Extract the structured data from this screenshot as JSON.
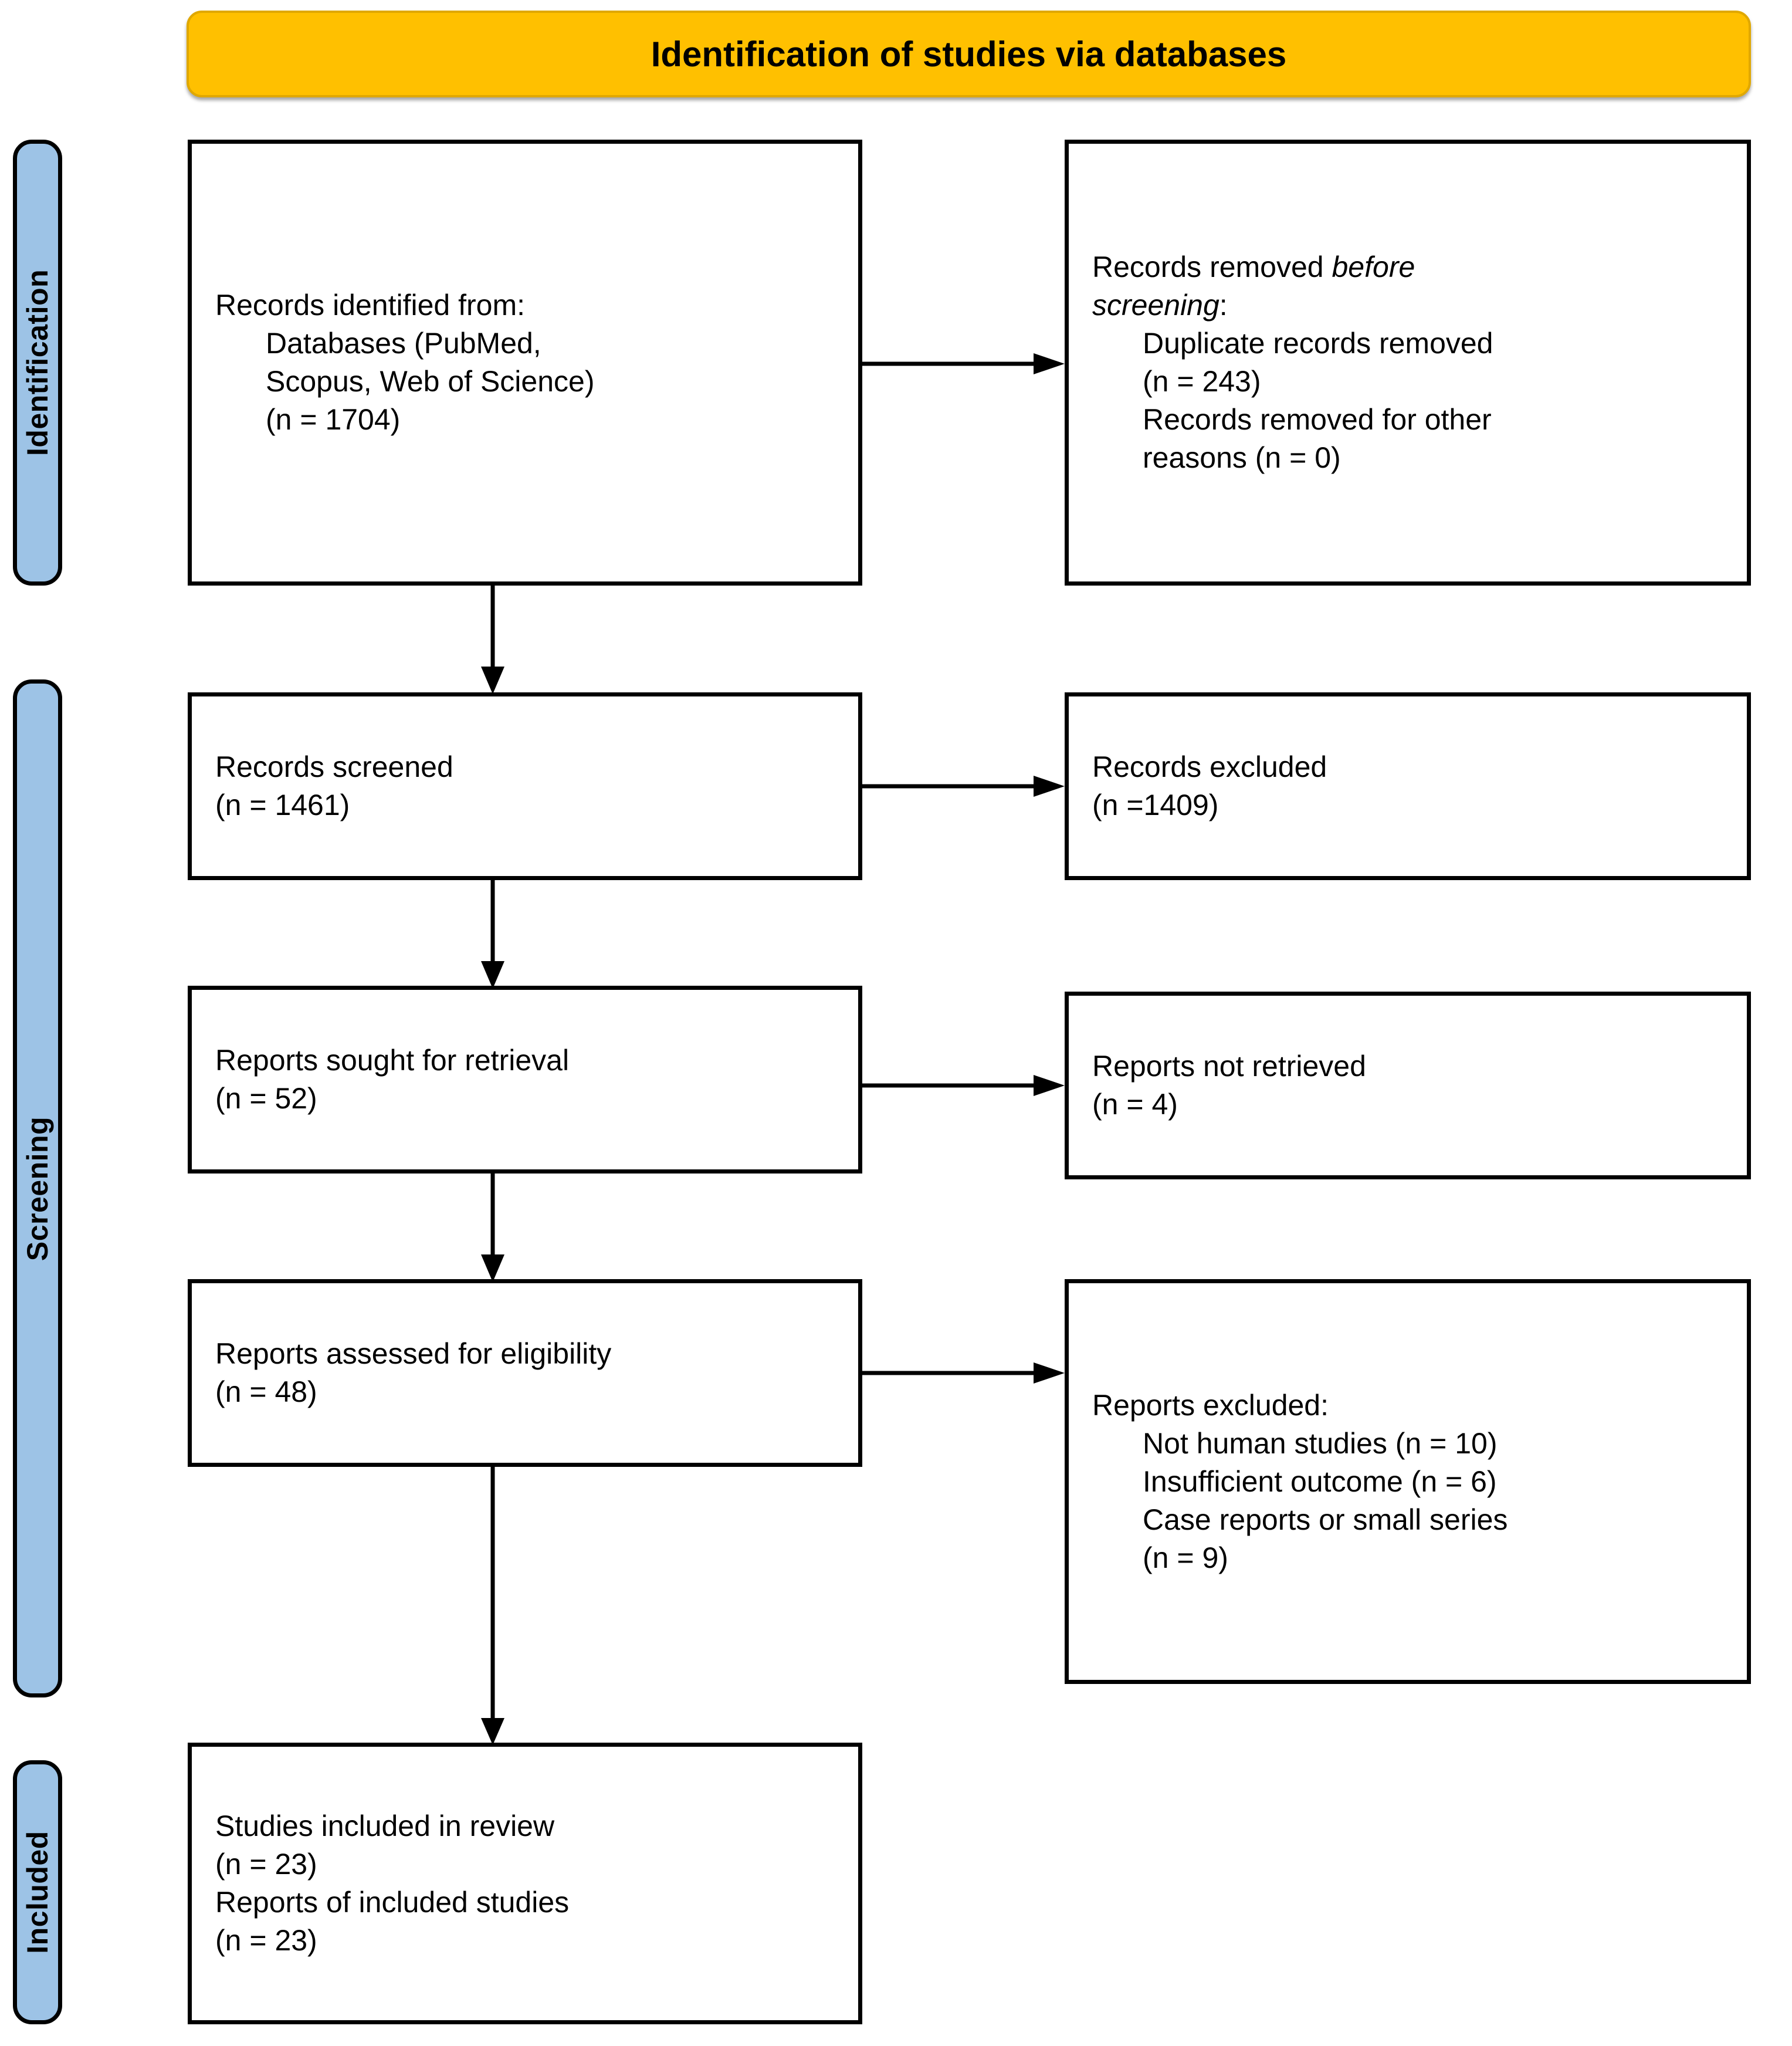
{
  "header": {
    "title": "Identification of studies via databases",
    "color": "#FFC000"
  },
  "stages": [
    {
      "id": "identification",
      "label": "Identification",
      "color": "#9DC3E6"
    },
    {
      "id": "screening",
      "label": "Screening",
      "color": "#9DC3E6"
    },
    {
      "id": "included",
      "label": "Included",
      "color": "#9DC3E6"
    }
  ],
  "boxes": {
    "identified": {
      "l1": "Records identified from:",
      "l2": "Databases (PubMed,",
      "l3": "Scopus, Web of Science)",
      "l4": "(n = 1704)"
    },
    "removed": {
      "l1a": "Records removed ",
      "l1b": "before",
      "l2a": "screening",
      "l2b": ":",
      "l3": "Duplicate records removed",
      "l4": "(n = 243)",
      "l5": "Records removed for other",
      "l6": "reasons (n = 0)"
    },
    "screened": {
      "l1": "Records screened",
      "l2": "(n = 1461)"
    },
    "excluded": {
      "l1": "Records excluded",
      "l2": "(n =1409)"
    },
    "sought": {
      "l1": "Reports sought for retrieval",
      "l2": "(n = 52)"
    },
    "notretrieved": {
      "l1": "Reports not retrieved",
      "l2": "(n = 4)"
    },
    "assessed": {
      "l1": "Reports assessed for eligibility",
      "l2": "(n = 48)"
    },
    "reportsexcluded": {
      "l1": "Reports excluded:",
      "l2": "Not human studies (n = 10)",
      "l3": "Insufficient outcome (n = 6)",
      "l4": "Case reports or small series",
      "l5": "(n = 9)"
    },
    "included": {
      "l1": "Studies included in review",
      "l2": "(n = 23)",
      "l3": "Reports of included studies",
      "l4": "(n = 23)"
    }
  },
  "chart_data": {
    "type": "diagram",
    "title": "Identification of studies via databases",
    "nodes": [
      {
        "id": "identified",
        "stage": "Identification",
        "column": "left",
        "label": "Records identified from: Databases (PubMed, Scopus, Web of Science)",
        "n": 1704
      },
      {
        "id": "removed",
        "stage": "Identification",
        "column": "right",
        "label": "Records removed before screening",
        "items": [
          {
            "label": "Duplicate records removed",
            "n": 243
          },
          {
            "label": "Records removed for other reasons",
            "n": 0
          }
        ]
      },
      {
        "id": "screened",
        "stage": "Screening",
        "column": "left",
        "label": "Records screened",
        "n": 1461
      },
      {
        "id": "excluded",
        "stage": "Screening",
        "column": "right",
        "label": "Records excluded",
        "n": 1409
      },
      {
        "id": "sought",
        "stage": "Screening",
        "column": "left",
        "label": "Reports sought for retrieval",
        "n": 52
      },
      {
        "id": "notretrieved",
        "stage": "Screening",
        "column": "right",
        "label": "Reports not retrieved",
        "n": 4
      },
      {
        "id": "assessed",
        "stage": "Screening",
        "column": "left",
        "label": "Reports assessed for eligibility",
        "n": 48
      },
      {
        "id": "reportsexcluded",
        "stage": "Screening",
        "column": "right",
        "label": "Reports excluded",
        "items": [
          {
            "label": "Not human studies",
            "n": 10
          },
          {
            "label": "Insufficient outcome",
            "n": 6
          },
          {
            "label": "Case reports or small series",
            "n": 9
          }
        ]
      },
      {
        "id": "included",
        "stage": "Included",
        "column": "left",
        "label": "Studies included in review",
        "n": 23,
        "reports_n": 23
      }
    ],
    "edges": [
      {
        "from": "identified",
        "to": "removed",
        "direction": "right"
      },
      {
        "from": "identified",
        "to": "screened",
        "direction": "down"
      },
      {
        "from": "screened",
        "to": "excluded",
        "direction": "right"
      },
      {
        "from": "screened",
        "to": "sought",
        "direction": "down"
      },
      {
        "from": "sought",
        "to": "notretrieved",
        "direction": "right"
      },
      {
        "from": "sought",
        "to": "assessed",
        "direction": "down"
      },
      {
        "from": "assessed",
        "to": "reportsexcluded",
        "direction": "right"
      },
      {
        "from": "assessed",
        "to": "included",
        "direction": "down"
      }
    ]
  }
}
